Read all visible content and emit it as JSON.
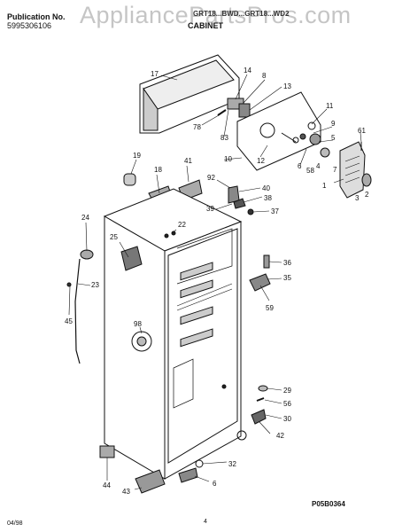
{
  "header": {
    "publication_label": "Publication No.",
    "publication_number": "5995306106",
    "model_line": "GRT18...BWD...GRT18...WD2",
    "section_title": "CABINET",
    "watermark": "AppliancePartsPros.com"
  },
  "footer": {
    "reference_code": "P05B0364",
    "date_code": "04/98",
    "page_number": "4"
  },
  "callouts": [
    "17",
    "14",
    "8",
    "13",
    "78",
    "83",
    "11",
    "9",
    "5",
    "61",
    "12",
    "10",
    "6",
    "58",
    "4",
    "7",
    "1",
    "3",
    "2",
    "19",
    "18",
    "41",
    "92",
    "40",
    "38",
    "39",
    "37",
    "22",
    "24",
    "25",
    "36",
    "35",
    "23",
    "59",
    "45",
    "98",
    "29",
    "56",
    "30",
    "42",
    "32",
    "44",
    "43",
    "6"
  ]
}
